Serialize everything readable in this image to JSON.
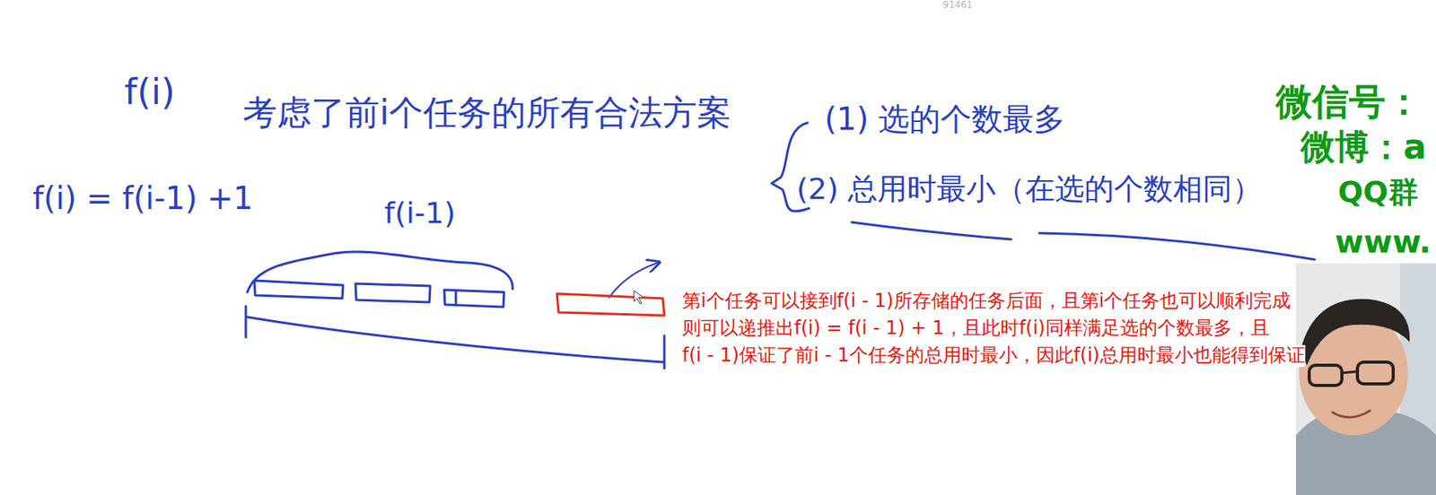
{
  "diagram": {
    "labels": [
      "91461",
      "f(i)",
      "考虑了前i个任务的所有合法方案",
      "(1) 选的个数最多",
      "(2) 总用时最小（在选的个数相同）",
      "f(i) = f(i-1) +1",
      "f(i-1)",
      "第i个任务可以接到f(i - 1)所存储的任务后面，且第i个任务也可以顺利完成",
      "则可以递推出f(i) = f(i - 1) + 1，且此时f(i)同样满足选的个数最多，且",
      "f(i - 1)保证了前i - 1个任务的总用时最小，因此f(i)总用时最小也能得到保证",
      "微信号：",
      "微博：a",
      "QQ群",
      "www."
    ]
  }
}
